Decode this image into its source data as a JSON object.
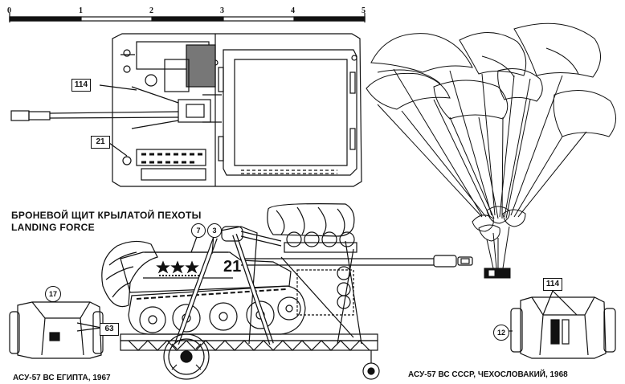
{
  "scale": {
    "ticks": [
      "0",
      "1",
      "2",
      "3",
      "4",
      "5"
    ]
  },
  "titles": {
    "russian": "БРОНЕВОЙ ЩИТ КРЫЛАТОЙ ПЕХОТЫ",
    "english": "LANDING FORCE"
  },
  "captions": {
    "egypt": "АСУ-57 ВС ЕГИПТА, 1967",
    "ussr": "АСУ-57 ВС СССР, ЧЕХОСЛОВАКИЙ, 1968"
  },
  "callouts": {
    "top_114": "114",
    "top_21": "21",
    "side_7": "7",
    "side_3": "3",
    "side_number": "21",
    "front_17": "17",
    "front_63": "63",
    "rear_114": "114",
    "rear_12": "12"
  },
  "colors": {
    "ink": "#111111",
    "paper": "#ffffff"
  }
}
